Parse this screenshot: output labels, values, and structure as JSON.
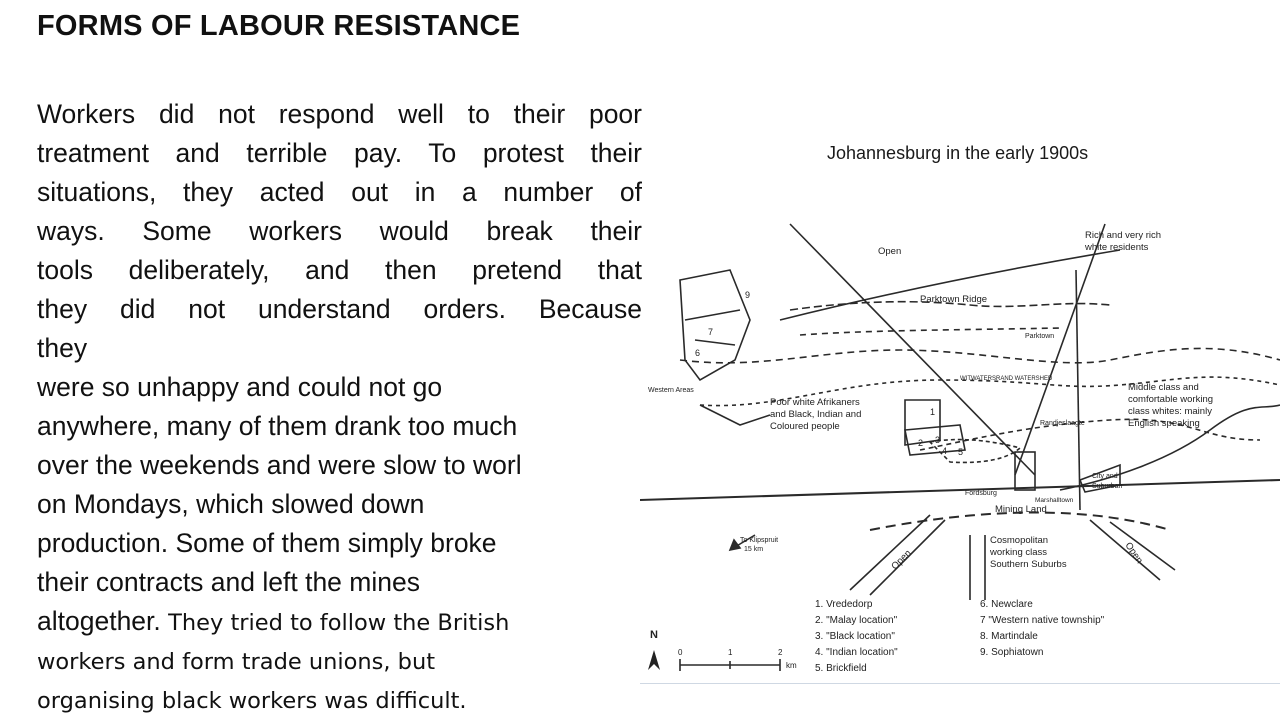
{
  "page": {
    "title": "FORMS OF LABOUR RESISTANCE",
    "caption": "Johannesburg in the early 1900s"
  },
  "body": {
    "lines": [
      "Workers did not respond well to their poor",
      "treatment and terrible pay. To protest their",
      "situations, they acted out in a number of",
      "ways. Some workers would break their",
      "tools deliberately, and then pretend that",
      "they did not understand orders. Because",
      "they",
      "were so unhappy and could not go",
      "anywhere, many of them drank too much",
      "over the weekends and were slow to worl",
      "on Mondays, which slowed down",
      "production. Some of them simply broke",
      "their contracts and left the mines",
      "altogether.",
      "They tried to follow the British",
      "workers and form trade unions, but",
      "organising black workers was difficult."
    ]
  },
  "map": {
    "labels": {
      "open_top": "Open",
      "rich": "Rich and very rich",
      "rich2": "white residents",
      "parktown_ridge": "Parktown Ridge",
      "parktown": "Parktown",
      "western_areas": "Western Areas",
      "witwatersrand": "WITWATERSRAND WATERSHED",
      "poor_white": "Poor white Afrikaners",
      "poor_white2": "and Black, Indian and",
      "poor_white3": "Coloured people",
      "middle": "Middle class and",
      "middle2": "comfortable working",
      "middle3": "class whites: mainly",
      "middle4": "English speaking",
      "randjeslaagte": "Randjeslaagte",
      "city": "City and",
      "city2": "Suburban",
      "fordsburg": "Fordsburg",
      "marshalltown": "Marshalltown",
      "mining_land": "Mining Land",
      "cosmo": "Cosmopolitan",
      "cosmo2": "working class",
      "cosmo3": "Southern Suburbs",
      "open_left": "Open",
      "open_right": "Open",
      "klipspruit": "To Klipspruit",
      "klipspruit2": "15 km",
      "north": "N",
      "scale_zero": "0",
      "scale_one": "1",
      "scale_two": "2",
      "scale_unit": "km"
    },
    "numbers": [
      "1",
      "2",
      "3",
      "4",
      "5",
      "6",
      "7",
      "9"
    ],
    "legend_left": [
      "1. Vrededorp",
      "2. \"Malay location\"",
      "3. \"Black location\"",
      "4. \"Indian location\"",
      "5. Brickfield"
    ],
    "legend_right": [
      "6. Newclare",
      "7 \"Western native township\"",
      "8. Martindale",
      "9. Sophiatown"
    ]
  },
  "colors": {
    "ink": "#222222",
    "rule": "#cfd8e3"
  }
}
